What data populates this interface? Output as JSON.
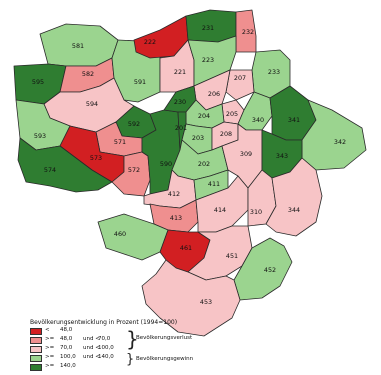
{
  "colors": {
    "loss_strong": "#d21f22",
    "loss_mid": "#ef8f8f",
    "loss_light": "#f7c4c6",
    "gain_light": "#9bd48f",
    "gain_strong": "#2f7d31"
  },
  "districts": [
    {
      "id": "201",
      "cls": "gain_strong"
    },
    {
      "id": "202",
      "cls": "gain_light"
    },
    {
      "id": "203",
      "cls": "gain_light"
    },
    {
      "id": "204",
      "cls": "gain_light"
    },
    {
      "id": "205",
      "cls": "loss_light"
    },
    {
      "id": "206",
      "cls": "loss_light"
    },
    {
      "id": "207",
      "cls": "loss_light"
    },
    {
      "id": "208",
      "cls": "loss_light"
    },
    {
      "id": "221",
      "cls": "loss_light"
    },
    {
      "id": "222",
      "cls": "loss_strong"
    },
    {
      "id": "223",
      "cls": "gain_light"
    },
    {
      "id": "230",
      "cls": "gain_strong"
    },
    {
      "id": "231",
      "cls": "gain_strong"
    },
    {
      "id": "232",
      "cls": "loss_mid"
    },
    {
      "id": "233",
      "cls": "gain_light"
    },
    {
      "id": "309",
      "cls": "loss_light"
    },
    {
      "id": "310",
      "cls": "loss_light"
    },
    {
      "id": "340",
      "cls": "gain_light"
    },
    {
      "id": "341",
      "cls": "gain_strong"
    },
    {
      "id": "342",
      "cls": "gain_light"
    },
    {
      "id": "343",
      "cls": "gain_strong"
    },
    {
      "id": "344",
      "cls": "loss_light"
    },
    {
      "id": "411",
      "cls": "gain_light"
    },
    {
      "id": "412",
      "cls": "loss_light"
    },
    {
      "id": "413",
      "cls": "loss_mid"
    },
    {
      "id": "414",
      "cls": "loss_light"
    },
    {
      "id": "451",
      "cls": "loss_light"
    },
    {
      "id": "452",
      "cls": "gain_light"
    },
    {
      "id": "453",
      "cls": "loss_light"
    },
    {
      "id": "460",
      "cls": "gain_light"
    },
    {
      "id": "461",
      "cls": "loss_strong"
    },
    {
      "id": "571",
      "cls": "loss_mid"
    },
    {
      "id": "572",
      "cls": "loss_mid"
    },
    {
      "id": "573",
      "cls": "loss_strong"
    },
    {
      "id": "574",
      "cls": "gain_strong"
    },
    {
      "id": "581",
      "cls": "gain_light"
    },
    {
      "id": "582",
      "cls": "loss_mid"
    },
    {
      "id": "590",
      "cls": "gain_strong"
    },
    {
      "id": "591",
      "cls": "gain_light"
    },
    {
      "id": "592",
      "cls": "gain_strong"
    },
    {
      "id": "593",
      "cls": "gain_light"
    },
    {
      "id": "594",
      "cls": "loss_light"
    },
    {
      "id": "595",
      "cls": "gain_strong"
    }
  ],
  "legend": {
    "title": "Bevölkerungsentwicklung in Prozent (1994=100)",
    "rows": [
      {
        "cls": "loss_strong",
        "op": "<",
        "a": "48,0",
        "u": "",
        "b": ""
      },
      {
        "cls": "loss_mid",
        "op": ">=",
        "a": "48,0",
        "u": "und <",
        "b": "70,0"
      },
      {
        "cls": "loss_light",
        "op": ">=",
        "a": "70,0",
        "u": "und <",
        "b": "100,0"
      },
      {
        "cls": "gain_light",
        "op": ">=",
        "a": "100,0",
        "u": "und <",
        "b": "140,0"
      },
      {
        "cls": "gain_strong",
        "op": ">=",
        "a": "140,0",
        "u": "",
        "b": ""
      }
    ],
    "group_loss": "Bevölkerungsverlust",
    "group_gain": "Bevölkerungsgewinn"
  }
}
